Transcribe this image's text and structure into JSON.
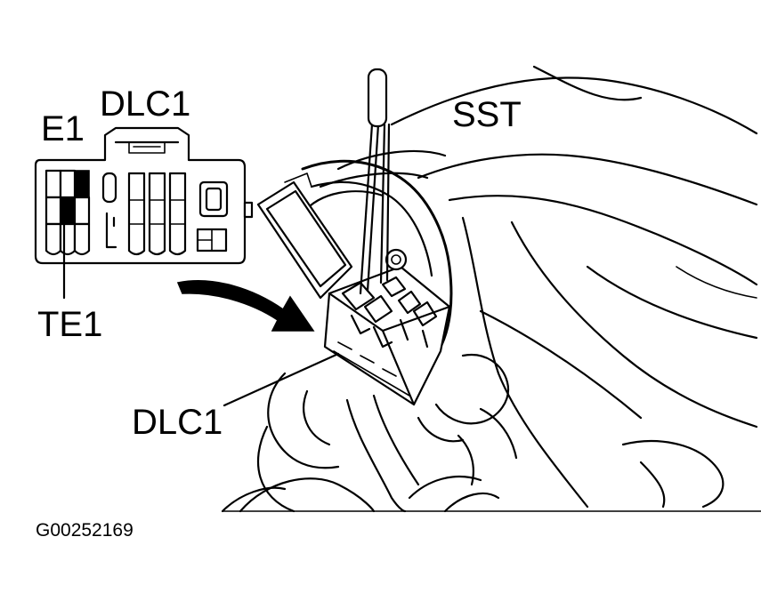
{
  "labels": {
    "dlc1_top": "DLC1",
    "e1": "E1",
    "te1": "TE1",
    "sst": "SST",
    "dlc1_bottom": "DLC1",
    "figure_code": "G00252169"
  },
  "terminals_highlighted": [
    "E1",
    "TE1"
  ],
  "colors": {
    "ink": "#000000",
    "paper": "#ffffff"
  }
}
